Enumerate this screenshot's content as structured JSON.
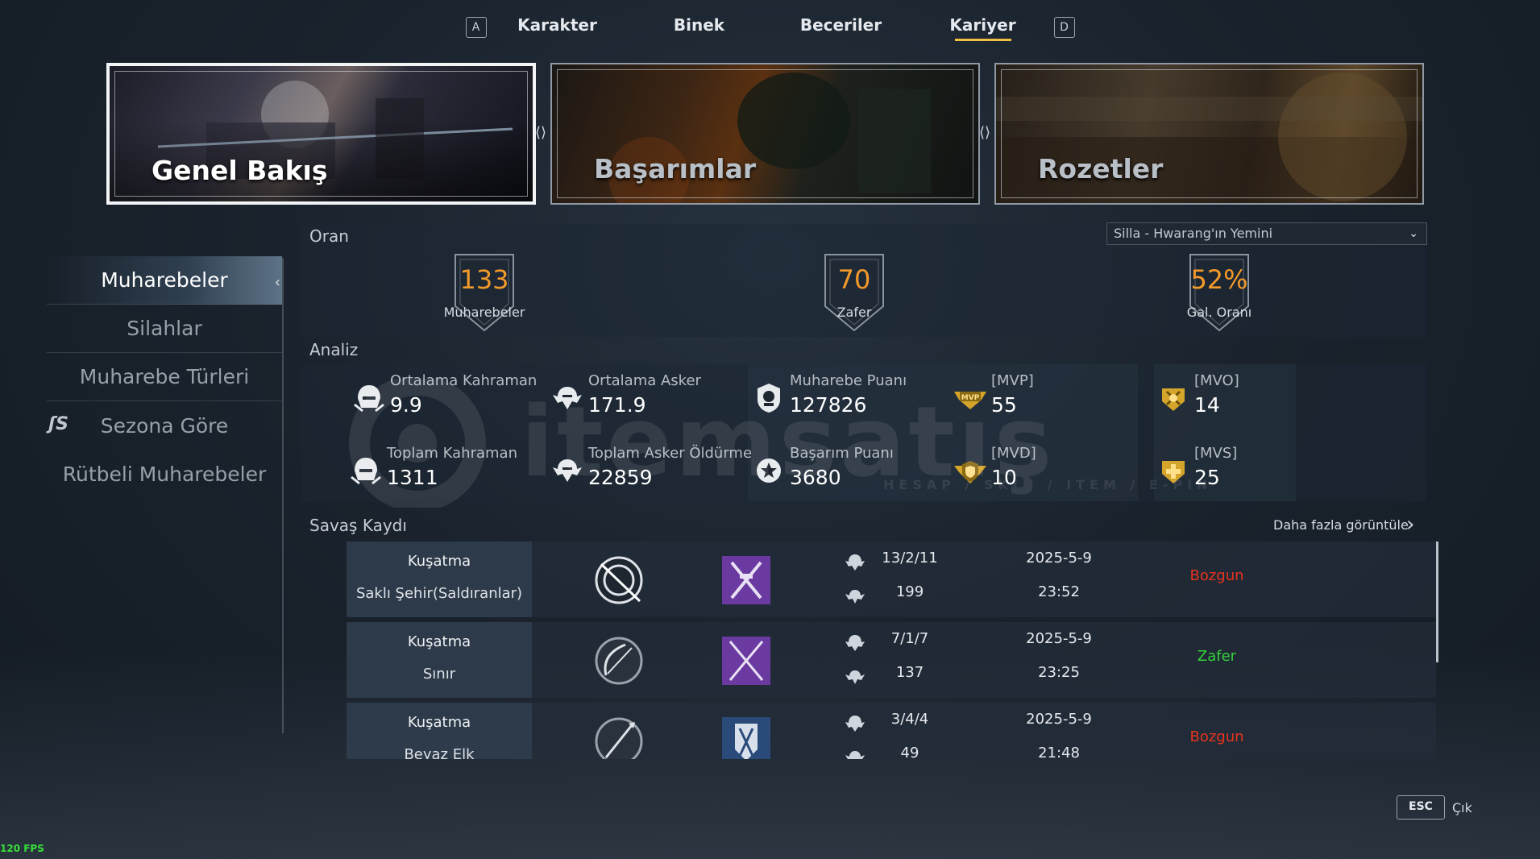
{
  "topnav": {
    "left_key": "A",
    "right_key": "D",
    "tabs": [
      {
        "label": "Karakter"
      },
      {
        "label": "Binek"
      },
      {
        "label": "Beceriler"
      },
      {
        "label": "Kariyer"
      }
    ],
    "active_tab": "Kariyer"
  },
  "cards": [
    {
      "label": "Genel Bakış"
    },
    {
      "label": "Başarımlar"
    },
    {
      "label": "Rozetler"
    }
  ],
  "sidebar": {
    "items": [
      {
        "label": "Muharebeler"
      },
      {
        "label": "Silahlar"
      },
      {
        "label": "Muharebe Türleri"
      },
      {
        "label": "Sezona Göre"
      },
      {
        "label": "Rütbeli Muharebeler"
      }
    ]
  },
  "oran": {
    "title": "Oran",
    "dropdown_value": "Silla - Hwarang'ın Yemini",
    "shields": [
      {
        "value": "133",
        "label": "Muharebeler"
      },
      {
        "value": "70",
        "label": "Zafer"
      },
      {
        "value": "52%",
        "label": "Gal. Oranı"
      }
    ]
  },
  "analiz": {
    "title": "Analiz",
    "stats": [
      {
        "title": "Ortalama Kahraman",
        "value": "9.9",
        "icon": "hero-helmet-icon"
      },
      {
        "title": "Ortalama Asker",
        "value": "171.9",
        "icon": "soldier-icon"
      },
      {
        "title": "Muharebe Puanı",
        "value": "127826",
        "icon": "battle-score-icon"
      },
      {
        "title": "[MVP]",
        "value": "55",
        "icon": "mvp-badge-icon"
      },
      {
        "title": "[MVO]",
        "value": "14",
        "icon": "mvo-badge-icon"
      },
      {
        "title": "Toplam Kahraman",
        "value": "1311",
        "icon": "hero-helmet-icon"
      },
      {
        "title": "Toplam Asker Öldürme",
        "value": "22859",
        "icon": "soldier-icon"
      },
      {
        "title": "Başarım Puanı",
        "value": "3680",
        "icon": "achievement-score-icon"
      },
      {
        "title": "[MVD]",
        "value": "10",
        "icon": "mvd-badge-icon"
      },
      {
        "title": "[MVS]",
        "value": "25",
        "icon": "mvs-badge-icon"
      }
    ]
  },
  "records": {
    "title": "Savaş Kaydı",
    "more_label": "Daha fazla görüntüle",
    "items": [
      {
        "mode": "Kuşatma",
        "map": "Saklı Şehir(Saldıranlar)",
        "kda": "13/2/11",
        "kills": "199",
        "date": "2025-5-9",
        "time": "23:52",
        "result": "Bozgun",
        "result_color": "#e8331c"
      },
      {
        "mode": "Kuşatma",
        "map": "Sınır",
        "kda": "7/1/7",
        "kills": "137",
        "date": "2025-5-9",
        "time": "23:25",
        "result": "Zafer",
        "result_color": "#35d33a"
      },
      {
        "mode": "Kuşatma",
        "map": "Beyaz Elk",
        "kda": "3/4/4",
        "kills": "49",
        "date": "2025-5-9",
        "time": "21:48",
        "result": "Bozgun",
        "result_color": "#e8331c"
      }
    ]
  },
  "footer": {
    "esc_key": "ESC",
    "exit_label": "Çık",
    "fps": "120 FPS"
  },
  "watermark": {
    "brand": "itemsatış",
    "tagline": "HESAP / SKIN / ITEM / E-PIN"
  },
  "colors": {
    "accent": "#f0c040",
    "stat_value": "#f39a2a",
    "defeat": "#e8331c",
    "victory": "#35d33a"
  }
}
